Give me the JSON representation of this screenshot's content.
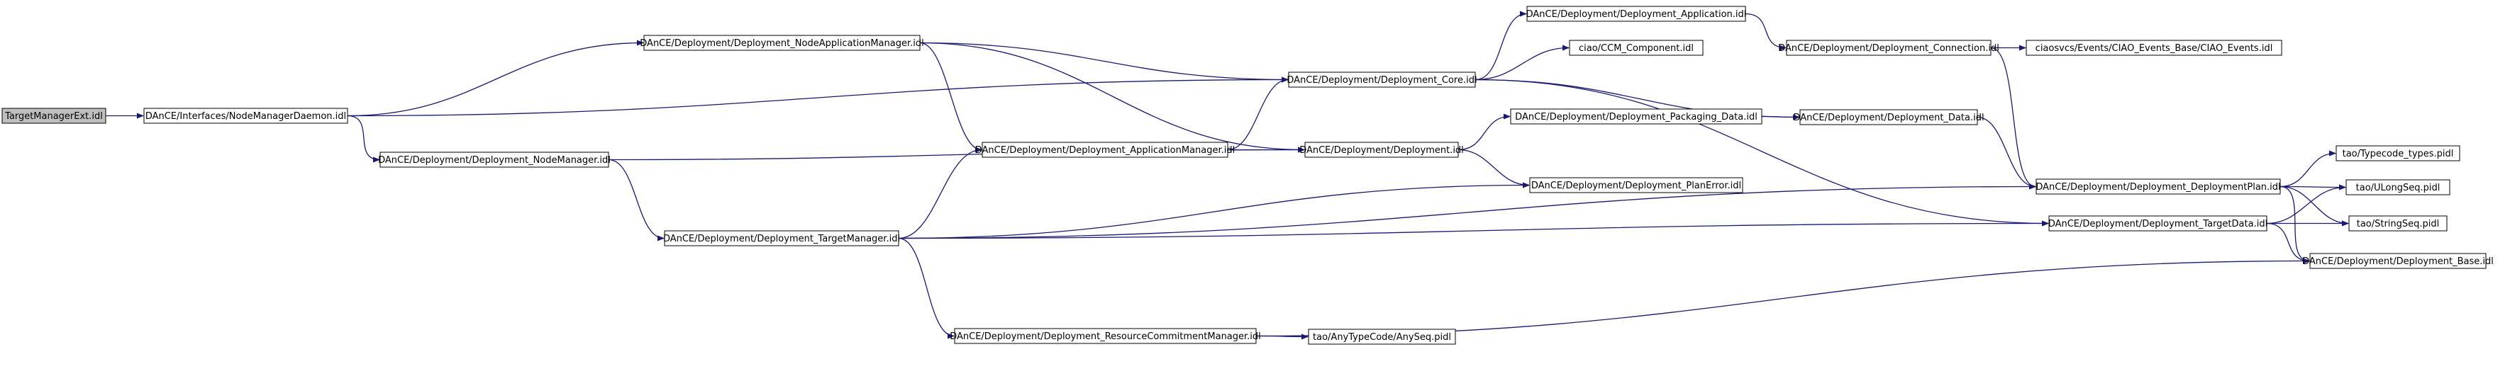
{
  "colors": {
    "edge": "#191970",
    "node_border": "#000000",
    "ext_border": "#c0c0c0",
    "root_fill": "#bfbfbf",
    "node_fill": "#ffffff"
  },
  "nodes": {
    "n0": {
      "label": "TargetManagerExt.idl",
      "kind": "root"
    },
    "n1": {
      "label": "DAnCE/Interfaces/NodeManagerDaemon.idl",
      "kind": "normal"
    },
    "n2": {
      "label": "DAnCE/Deployment/Deployment_NodeApplicationManager.idl",
      "kind": "normal"
    },
    "n3": {
      "label": "DAnCE/Deployment/Deployment_NodeManager.idl",
      "kind": "normal"
    },
    "n4": {
      "label": "DAnCE/Deployment/Deployment_Application.idl",
      "kind": "normal"
    },
    "n5": {
      "label": "DAnCE/Deployment/Deployment_Core.idl",
      "kind": "normal"
    },
    "n6": {
      "label": "ciao/CCM_Component.idl",
      "kind": "external"
    },
    "n7": {
      "label": "DAnCE/Deployment/Deployment_ApplicationManager.idl",
      "kind": "normal"
    },
    "n8": {
      "label": "DAnCE/Deployment/Deployment.idl",
      "kind": "normal"
    },
    "n9": {
      "label": "DAnCE/Deployment/Deployment_Packaging_Data.idl",
      "kind": "normal"
    },
    "n10": {
      "label": "DAnCE/Deployment/Deployment_PlanError.idl",
      "kind": "normal"
    },
    "n11": {
      "label": "DAnCE/Deployment/Deployment_TargetManager.idl",
      "kind": "normal"
    },
    "n12": {
      "label": "DAnCE/Deployment/Deployment_ResourceCommitmentManager.idl",
      "kind": "normal"
    },
    "n13": {
      "label": "tao/AnyTypeCode/AnySeq.pidl",
      "kind": "external"
    },
    "n14": {
      "label": "DAnCE/Deployment/Deployment_Connection.idl",
      "kind": "normal"
    },
    "n15": {
      "label": "ciaosvcs/Events/CIAO_Events_Base/CIAO_Events.idl",
      "kind": "external"
    },
    "n16": {
      "label": "DAnCE/Deployment/Deployment_Data.idl",
      "kind": "normal"
    },
    "n17": {
      "label": "DAnCE/Deployment/Deployment_DeploymentPlan.idl",
      "kind": "normal"
    },
    "n18": {
      "label": "DAnCE/Deployment/Deployment_TargetData.idl",
      "kind": "normal"
    },
    "n19": {
      "label": "DAnCE/Deployment/Deployment_Base.idl",
      "kind": "normal"
    },
    "n20": {
      "label": "tao/Typecode_types.pidl",
      "kind": "external"
    },
    "n21": {
      "label": "tao/ULongSeq.pidl",
      "kind": "external"
    },
    "n22": {
      "label": "tao/StringSeq.pidl",
      "kind": "external"
    }
  },
  "edges": [
    [
      "n0",
      "n1"
    ],
    [
      "n1",
      "n2"
    ],
    [
      "n1",
      "n3"
    ],
    [
      "n1",
      "n5"
    ],
    [
      "n2",
      "n5"
    ],
    [
      "n2",
      "n7"
    ],
    [
      "n2",
      "n8"
    ],
    [
      "n3",
      "n8"
    ],
    [
      "n3",
      "n11"
    ],
    [
      "n4",
      "n14"
    ],
    [
      "n5",
      "n4"
    ],
    [
      "n5",
      "n6"
    ],
    [
      "n5",
      "n16"
    ],
    [
      "n5",
      "n18"
    ],
    [
      "n7",
      "n5"
    ],
    [
      "n7",
      "n8"
    ],
    [
      "n8",
      "n9"
    ],
    [
      "n8",
      "n10"
    ],
    [
      "n9",
      "n16"
    ],
    [
      "n11",
      "n7"
    ],
    [
      "n11",
      "n10"
    ],
    [
      "n11",
      "n12"
    ],
    [
      "n11",
      "n17"
    ],
    [
      "n11",
      "n18"
    ],
    [
      "n12",
      "n13"
    ],
    [
      "n12",
      "n19"
    ],
    [
      "n14",
      "n15"
    ],
    [
      "n14",
      "n17"
    ],
    [
      "n16",
      "n17"
    ],
    [
      "n17",
      "n20"
    ],
    [
      "n17",
      "n21"
    ],
    [
      "n17",
      "n22"
    ],
    [
      "n17",
      "n19"
    ],
    [
      "n18",
      "n21"
    ],
    [
      "n18",
      "n22"
    ],
    [
      "n18",
      "n19"
    ]
  ]
}
